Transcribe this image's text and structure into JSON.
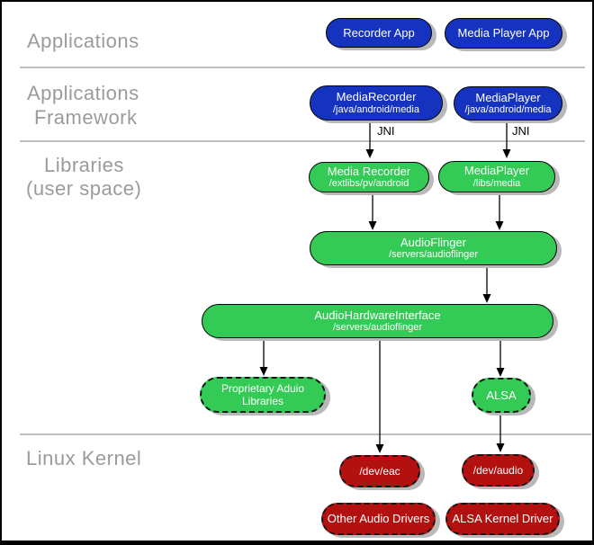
{
  "sections": {
    "applications": {
      "label": "Applications"
    },
    "framework": {
      "line1": "Applications",
      "line2": "Framework"
    },
    "libraries": {
      "line1": "Libraries",
      "line2": "(user space)"
    },
    "kernel": {
      "label": "Linux Kernel"
    }
  },
  "nodes": {
    "recorder_app": {
      "title": "Recorder App"
    },
    "media_player_app": {
      "title": "Media Player App"
    },
    "media_recorder_fw": {
      "title": "MediaRecorder",
      "subtitle": "/java/android/media"
    },
    "media_player_fw": {
      "title": "MediaPlayer",
      "subtitle": "/java/android/media"
    },
    "media_recorder_lib": {
      "title": "Media Recorder",
      "subtitle": "/extlibs/pv/android"
    },
    "media_player_lib": {
      "title": "MediaPlayer",
      "subtitle": "/libs/media"
    },
    "audio_flinger": {
      "title": "AudioFlinger",
      "subtitle": "/servers/audioflinger"
    },
    "audio_hardware_interface": {
      "title": "AudioHardwareInterface",
      "subtitle": "/servers/audioflinger"
    },
    "proprietary_audio_libraries": {
      "title": "Proprietary Aduio",
      "line2": "Libraries"
    },
    "alsa": {
      "title": "ALSA"
    },
    "dev_eac": {
      "title": "/dev/eac"
    },
    "dev_audio": {
      "title": "/dev/audio"
    },
    "other_audio_drivers": {
      "title": "Other Audio Drivers"
    },
    "alsa_kernel_driver": {
      "title": "ALSA Kernel Driver"
    }
  },
  "edges": {
    "jni_left_label": "JNI",
    "jni_right_label": "JNI"
  },
  "colors": {
    "applications_blue": "#1633bf",
    "libraries_green": "#33cb55",
    "kernel_red": "#b31010",
    "shadow_gray": "#b9b9b9",
    "section_label_gray": "#9b9b9b",
    "divider_gray": "#999999"
  }
}
